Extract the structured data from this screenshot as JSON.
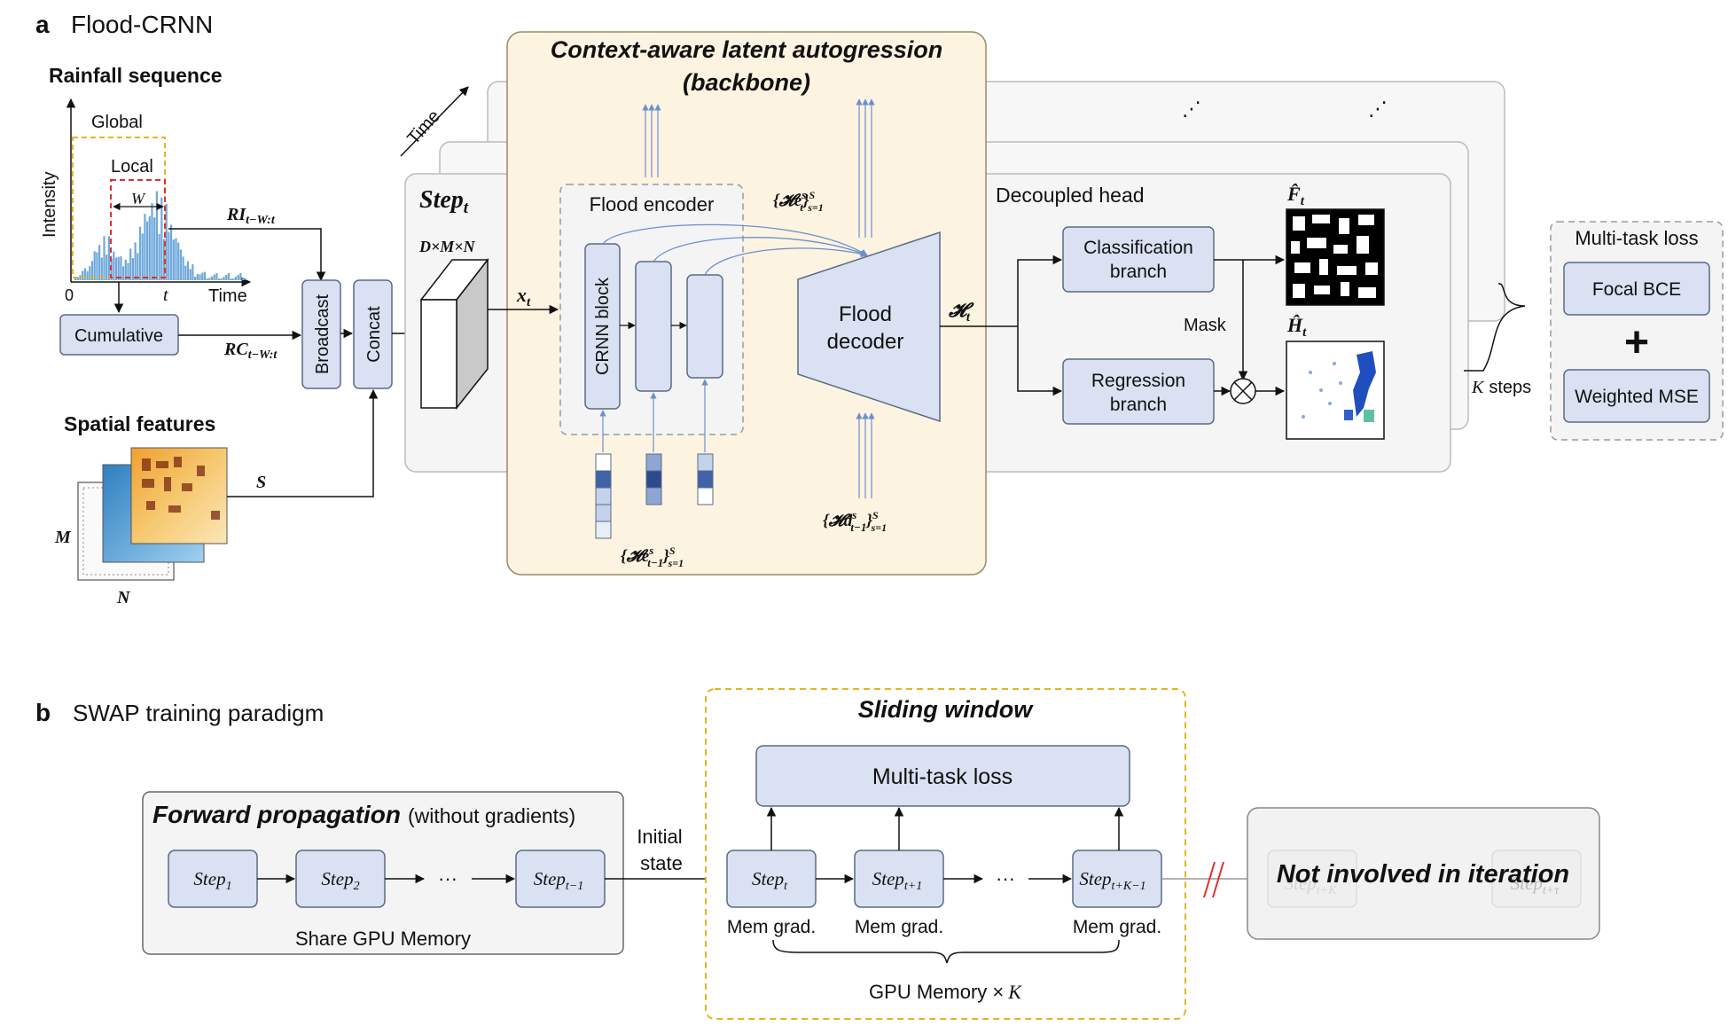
{
  "colors": {
    "box_fill": "#d9e1f2",
    "box_stroke": "#5a6a86",
    "backbone_fill": "#fdf3e1",
    "backbone_stroke": "#9a8a66",
    "dashed_gold": "#e6b422",
    "dashed_red": "#e03030",
    "rain_blue": "#6fa8dc",
    "arrow_blue": "#6b8fd0"
  },
  "panel_a": {
    "letter": "a",
    "title": "Flood-CRNN",
    "rainfall_title": "Rainfall sequence",
    "intensity_label": "Intensity",
    "global_label": "Global",
    "local_label": "Local",
    "w_label": "W",
    "zero_label": "0",
    "t_label": "t",
    "time_label": "Time",
    "ri_label": "RI",
    "ri_sub": "t−W:t",
    "rc_label": "RC",
    "rc_sub": "t−W:t",
    "cumulative_label": "Cumulative",
    "broadcast_label": "Broadcast",
    "concat_label": "Concat",
    "spatial_title": "Spatial features",
    "s_label": "S",
    "m_label": "M",
    "n_label": "N",
    "time_arrow_label": "Time",
    "backbone_title_1": "Context-aware latent autogression",
    "backbone_title_2": "(backbone)",
    "step_label": "Step",
    "step_sub": "t",
    "dmn_label": "D×M×N",
    "xt_label": "x",
    "xt_sub": "t",
    "flood_encoder_label": "Flood encoder",
    "crnn_block_label": "CRNN block",
    "he_t_label": "{𝓗e",
    "he_t_sup": "s",
    "he_t_sub": "t",
    "he_t_tail": "}",
    "he_t_range_sup": "S",
    "he_t_range_sub": "s=1",
    "he_prev_label": "{𝓗e",
    "he_prev_sup": "s",
    "he_prev_sub": "t−1",
    "he_prev_range_sup": "S",
    "he_prev_range_sub": "s=1",
    "hd_prev_label": "{𝓗d",
    "hd_prev_sup": "s",
    "hd_prev_sub": "t−1",
    "hd_prev_range_sup": "S",
    "hd_prev_range_sub": "s=1",
    "flood_decoder_line1": "Flood",
    "flood_decoder_line2": "decoder",
    "ht_label": "𝓗",
    "ht_sub": "t",
    "decoupled_head_label": "Decoupled head",
    "classification_line1": "Classification",
    "classification_line2": "branch",
    "regression_line1": "Regression",
    "regression_line2": "branch",
    "mask_label": "Mask",
    "f_hat_label": "F̂",
    "f_hat_sub": "t",
    "h_hat_label": "Ĥ",
    "h_hat_sub": "t",
    "dots": "⋰",
    "k_label": "K",
    "k_steps_label": "steps",
    "multitask_title": "Multi-task loss",
    "focal_bce_label": "Focal BCE",
    "plus_label": "+",
    "weighted_mse_label": "Weighted MSE"
  },
  "panel_b": {
    "letter": "b",
    "title": "SWAP training paradigm",
    "forward_title": "Forward propagation",
    "forward_note": "(without gradients)",
    "step_label": "Step",
    "step1_sub": "1",
    "step2_sub": "2",
    "step_prev_sub": "t−1",
    "ellipsis": "···",
    "share_memory_label": "Share GPU Memory",
    "initial_line1": "Initial",
    "initial_line2": "state",
    "sliding_title": "Sliding window",
    "multitask_label": "Multi-task loss",
    "step_t_sub": "t",
    "step_t1_sub": "t+1",
    "step_tk1_sub": "t+K−1",
    "mem_grad_label": "Mem grad.",
    "gpu_memory_label": "GPU Memory ×",
    "gpu_k": "K",
    "not_involved_label": "Not involved in iteration",
    "step_tk_sub": "t+K",
    "step_tt_sub": "t+τ"
  }
}
